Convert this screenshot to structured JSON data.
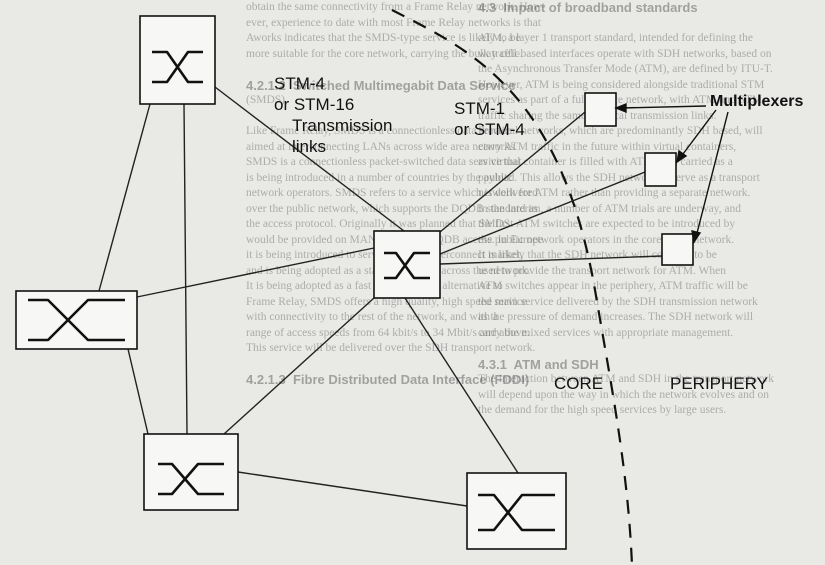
{
  "background": {
    "column_left": {
      "lines": [
        "obtain the same connectivity from a Frame Relay network. How-",
        "ever, experience to date with most Frame Relay networks is that",
        "Aworks indicates that the SMDS-type service is likely to be",
        "more suitable for the core network, carrying the bulk traffic.",
        "",
        "4.2.1.2  Switched Multimegabit Data Service",
        "(SMDS)",
        "",
        "Like Frame Relay, SMDS is a connectionless data service",
        "aimed at interconnecting LANs across wide area networks.",
        "SMDS is a connectionless packet-switched data service that",
        "is being introduced in a number of countries by the public",
        "network operators. SMDS refers to a service which is delivered",
        "over the public network, which supports the DQDB standard as",
        "the access protocol. Originally it was planned that SMDS",
        "would be provided on MANs based on DQDB access. In Europe",
        "it is being introduced to serve the LAN interconnect market,",
        "and is being adopted as a standard service across the network.",
        "It is being adopted as a fast packet service alternative to",
        "Frame Relay, SMDS offers a high quality, high speed service",
        "with connectivity to the rest of the network, and with a",
        "range of access speeds from 64 kbit/s to 34 Mbit/s and above.",
        "This service will be delivered over the SDH transport network.",
        "",
        "4.2.1.3  Fibre Distributed Data Interface (FDDI)"
      ]
    },
    "column_right": {
      "lines": [
        "4.3  Impact of broadband standards",
        "",
        "ATM, a layer 1 transport standard, intended for defining the",
        "way cell-based interfaces operate with SDH networks, based on",
        "the Asynchronous Transfer Mode (ATM), are defined by ITU-T.",
        "However, ATM is being considered alongside traditional STM",
        "services as part of a full service network, with ATM and STM",
        "traffic sharing the same physical transmission links.",
        "Practical networks, which are predominantly SDH based, will",
        "carry ATM traffic in the future within virtual containers,",
        "as virtual container is filled with ATM cells carried as a",
        "payload. This allows the SDH network to serve as a transport",
        "network for ATM rather than providing a separate network.",
        "In the interim, a number of ATM trials are underway, and",
        "the first ATM switches are expected to be introduced by",
        "the public network operators in the core of the network.",
        "It is likely that the SDH network will continue to be",
        "used to provide the transport network for ATM. When",
        "ATM switches appear in the periphery, ATM traffic will be",
        "the main service delivered by the SDH transmission network",
        "as the pressure of demand increases. The SDH network will",
        "carry the mixed services with appropriate management.",
        "",
        "4.3.1  ATM and SDH",
        "The interaction between ATM and SDH in the transport network",
        "will depend upon the way in which the network evolves and on",
        "the demand for the high speed services by large users."
      ]
    }
  },
  "labels": {
    "stm_top": [
      "STM-4",
      "or STM-16",
      "Transmission",
      "links"
    ],
    "stm_right": [
      "STM-1",
      "or STM-4"
    ],
    "multiplexers": "Multiplexers",
    "core": "CORE",
    "periphery": "PERIPHERY"
  },
  "nodes": [
    {
      "id": "switch-top-left",
      "kind": "cross-connect"
    },
    {
      "id": "switch-center",
      "kind": "cross-connect"
    },
    {
      "id": "switch-left",
      "kind": "cross-connect"
    },
    {
      "id": "switch-bottom-left",
      "kind": "cross-connect"
    },
    {
      "id": "switch-bottom-right",
      "kind": "cross-connect"
    },
    {
      "id": "mux-1",
      "kind": "multiplexer"
    },
    {
      "id": "mux-2",
      "kind": "multiplexer"
    },
    {
      "id": "mux-3",
      "kind": "multiplexer"
    }
  ],
  "links": [
    {
      "from": "switch-top-left",
      "to": "switch-center"
    },
    {
      "from": "switch-top-left",
      "to": "switch-left"
    },
    {
      "from": "switch-top-left",
      "to": "switch-bottom-left"
    },
    {
      "from": "switch-center",
      "to": "switch-left"
    },
    {
      "from": "switch-center",
      "to": "switch-bottom-left"
    },
    {
      "from": "switch-center",
      "to": "switch-bottom-right"
    },
    {
      "from": "switch-left",
      "to": "switch-bottom-left"
    },
    {
      "from": "switch-bottom-left",
      "to": "switch-bottom-right"
    },
    {
      "from": "switch-center",
      "to": "mux-1"
    },
    {
      "from": "switch-center",
      "to": "mux-2"
    },
    {
      "from": "switch-center",
      "to": "mux-3"
    }
  ],
  "boundary": {
    "style": "dashed"
  }
}
